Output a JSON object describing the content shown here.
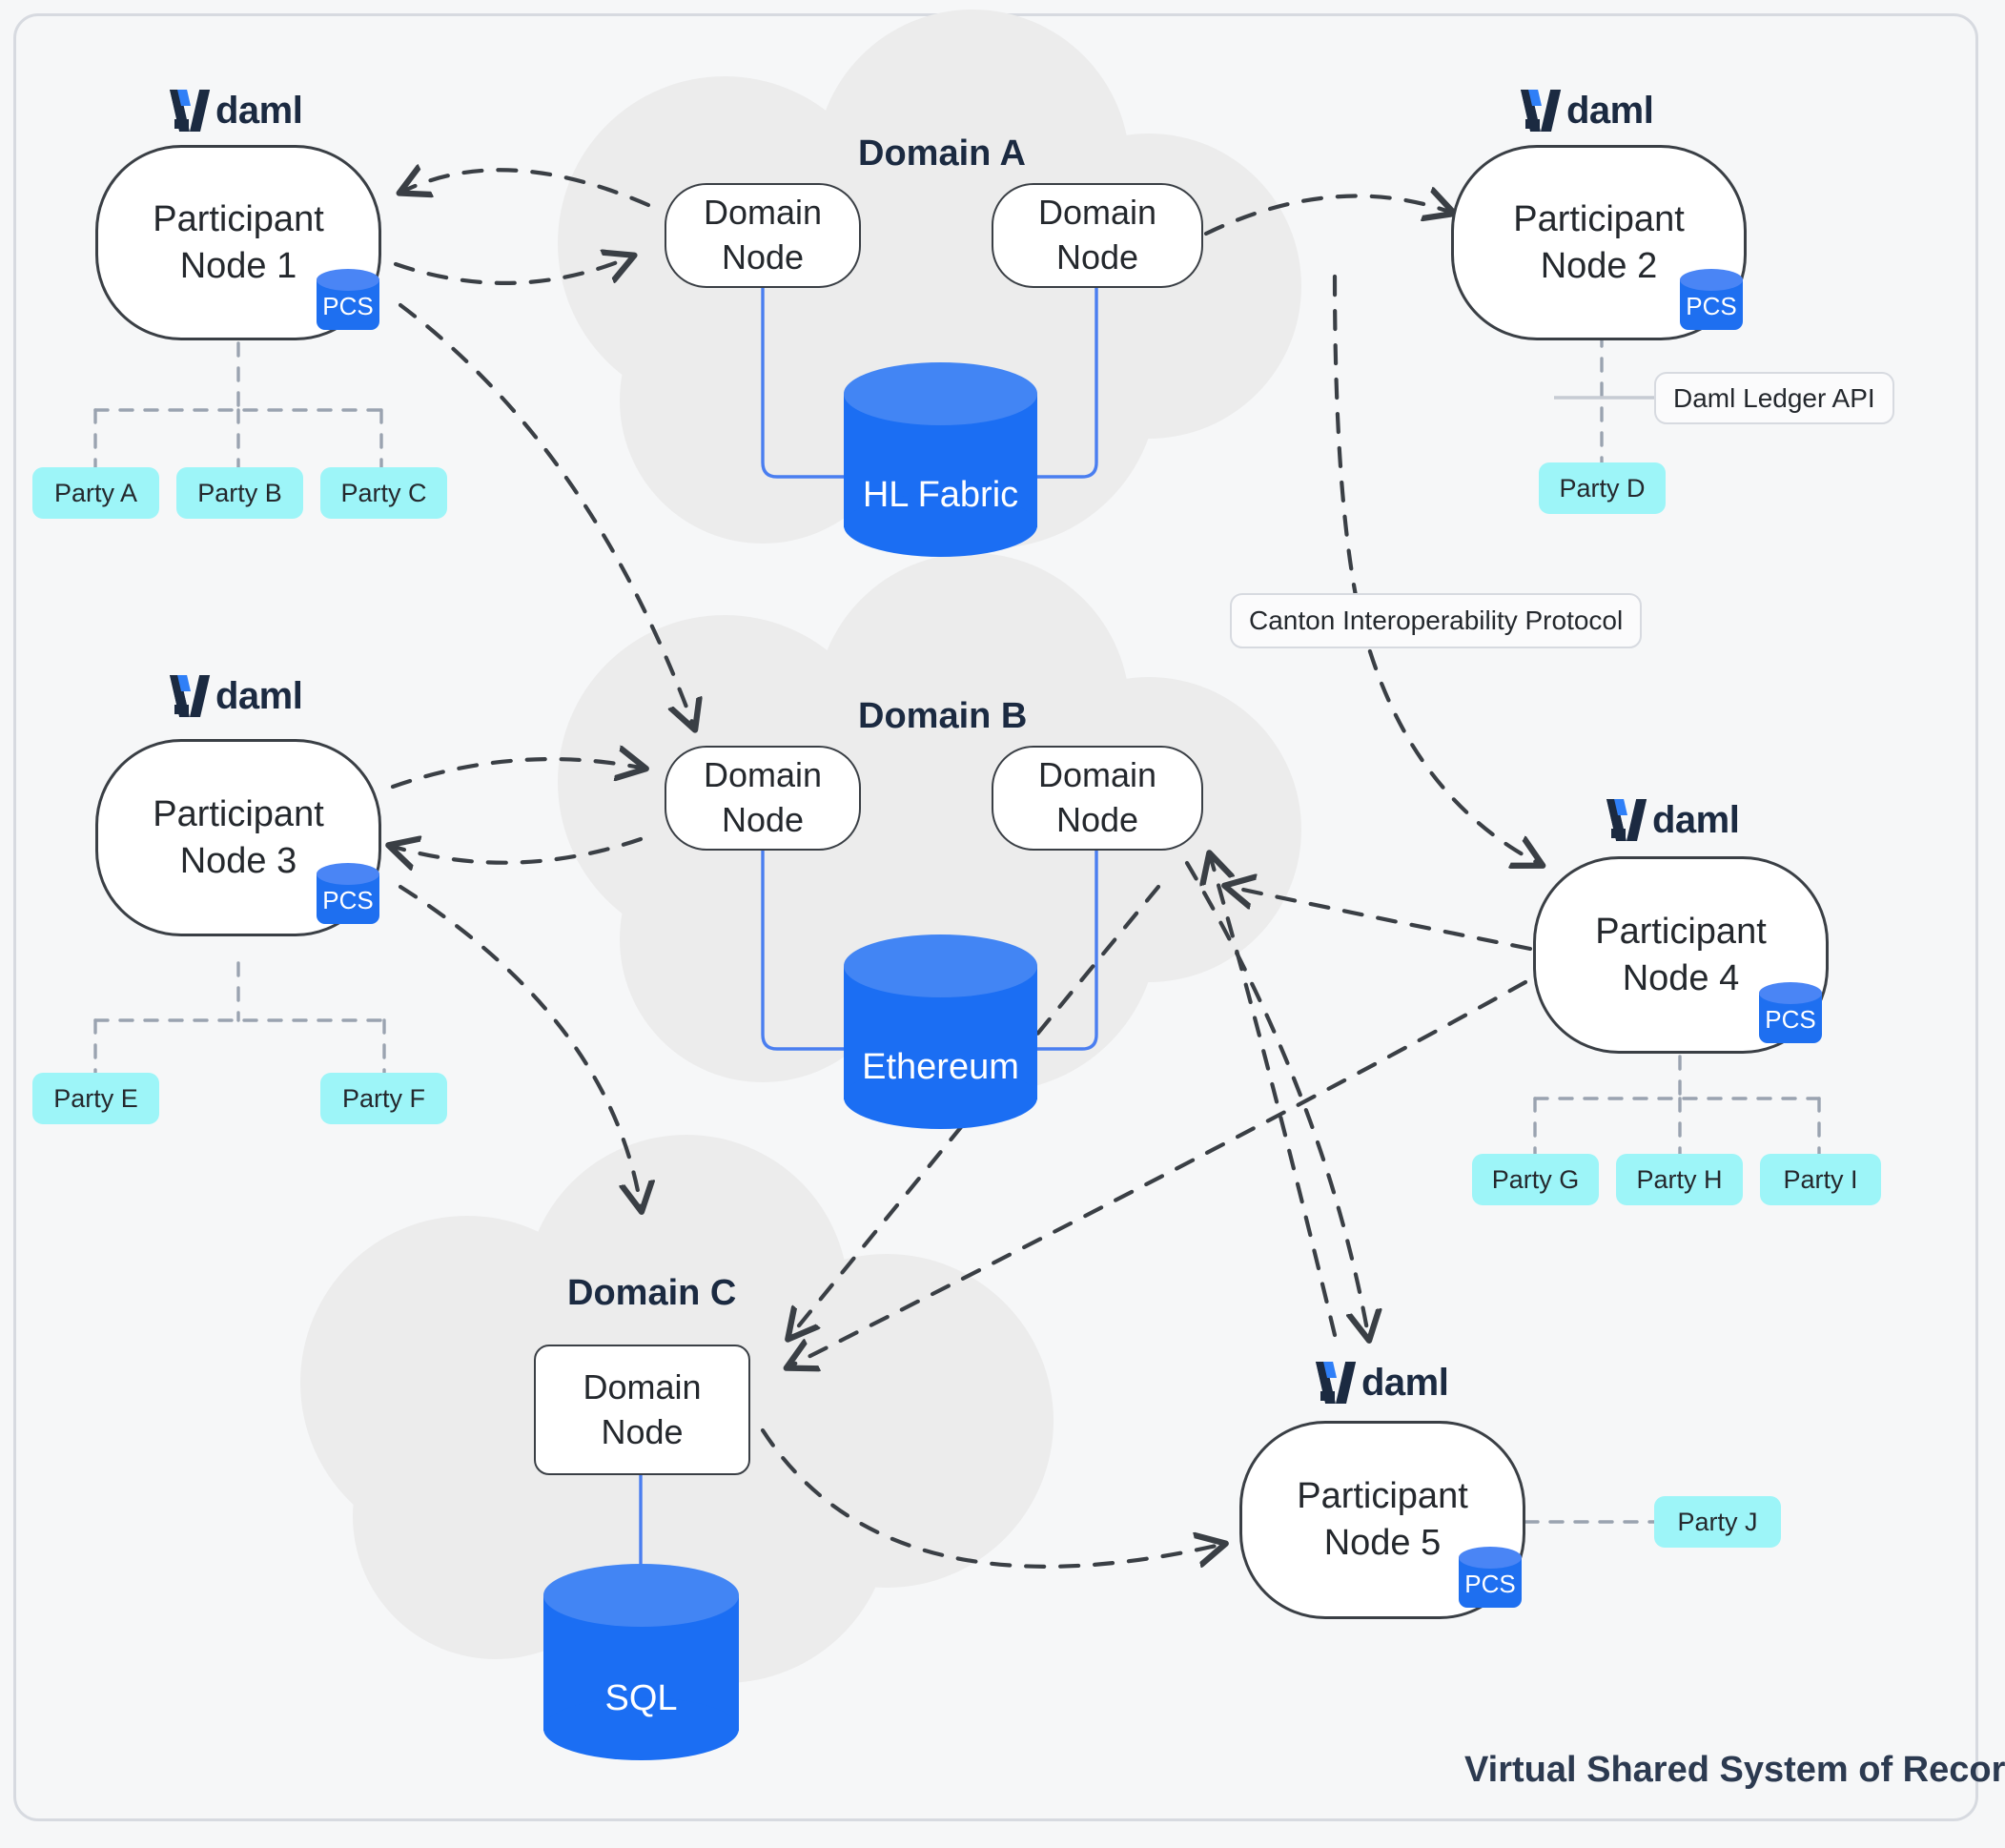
{
  "diagram": {
    "caption": "Virtual Shared System of Record",
    "brand_label": "daml",
    "pcs_label": "PCS",
    "colors": {
      "background": "#f6f7f8",
      "frame_border": "#d7dae0",
      "cloud": "#ececec",
      "cylinder_body": "#1b6ef3",
      "cylinder_top": "#4285f4",
      "party_chip": "#9df5f8",
      "node_border": "#3a3f45",
      "connector_blue": "#4a7ef0",
      "connector_dashed": "#3a3f45",
      "party_dashed": "#9aa3b0",
      "text_dark": "#24282d",
      "brand_navy": "#1b2a41",
      "brand_blue": "#2f7ff7"
    }
  },
  "participants": [
    {
      "id": "pn1",
      "label": "Participant\nNode 1",
      "brand": "daml",
      "pcs": "PCS"
    },
    {
      "id": "pn2",
      "label": "Participant\nNode 2",
      "brand": "daml",
      "pcs": "PCS"
    },
    {
      "id": "pn3",
      "label": "Participant\nNode 3",
      "brand": "daml",
      "pcs": "PCS"
    },
    {
      "id": "pn4",
      "label": "Participant\nNode 4",
      "brand": "daml",
      "pcs": "PCS"
    },
    {
      "id": "pn5",
      "label": "Participant\nNode 5",
      "brand": "daml",
      "pcs": "PCS"
    }
  ],
  "domains": [
    {
      "id": "domA",
      "title": "Domain A",
      "ledger": "HL Fabric",
      "nodes": [
        {
          "label": "Domain\nNode"
        },
        {
          "label": "Domain\nNode"
        }
      ]
    },
    {
      "id": "domB",
      "title": "Domain B",
      "ledger": "Ethereum",
      "nodes": [
        {
          "label": "Domain\nNode"
        },
        {
          "label": "Domain\nNode"
        }
      ]
    },
    {
      "id": "domC",
      "title": "Domain C",
      "ledger": "SQL",
      "nodes": [
        {
          "label": "Domain\nNode"
        }
      ]
    }
  ],
  "parties": [
    {
      "id": "pa",
      "label": "Party A",
      "owner": "pn1"
    },
    {
      "id": "pb",
      "label": "Party B",
      "owner": "pn1"
    },
    {
      "id": "pc",
      "label": "Party C",
      "owner": "pn1"
    },
    {
      "id": "pd",
      "label": "Party D",
      "owner": "pn2"
    },
    {
      "id": "pe",
      "label": "Party E",
      "owner": "pn3"
    },
    {
      "id": "pf",
      "label": "Party F",
      "owner": "pn3"
    },
    {
      "id": "pg",
      "label": "Party G",
      "owner": "pn4"
    },
    {
      "id": "ph",
      "label": "Party H",
      "owner": "pn4"
    },
    {
      "id": "pi",
      "label": "Party I",
      "owner": "pn4"
    },
    {
      "id": "pj",
      "label": "Party J",
      "owner": "pn5"
    }
  ],
  "callouts": [
    {
      "id": "ledger-api",
      "label": "Daml Ledger API"
    },
    {
      "id": "canton-protocol",
      "label": "Canton Interoperability Protocol"
    }
  ]
}
